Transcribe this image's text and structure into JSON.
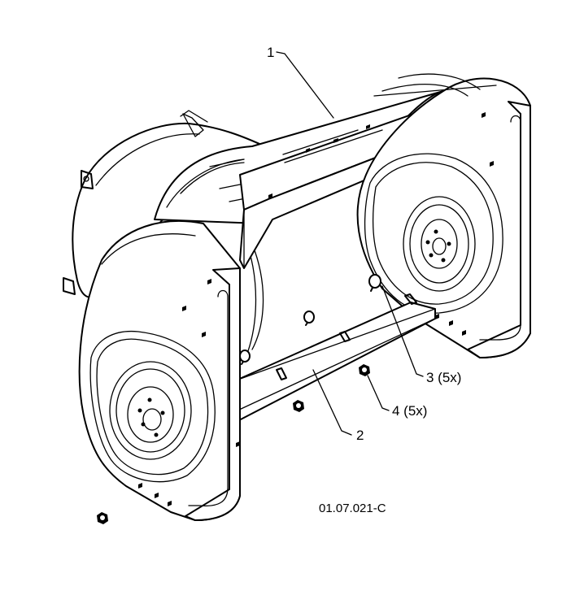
{
  "callouts": {
    "c1": "1",
    "c2": "2",
    "c3": "3 (5x)",
    "c4": "4 (5x)"
  },
  "figure_code": "01.07.021-C"
}
